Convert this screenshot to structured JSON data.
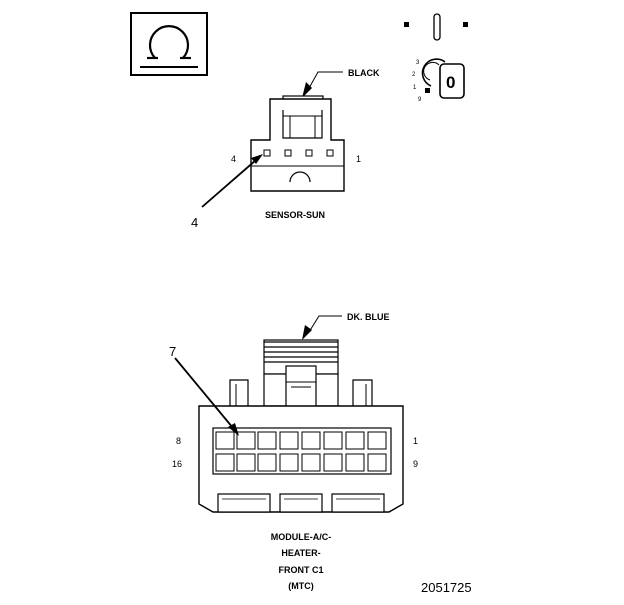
{
  "key_symbol": {
    "glyph": "Ω"
  },
  "ignition_key_icon": {
    "positions": [
      "3",
      "2",
      "1",
      "9"
    ],
    "key_letter": "0"
  },
  "sensor_sun": {
    "color_label": "BLACK",
    "pin_left": "4",
    "pin_right": "1",
    "callout": "4",
    "name": "SENSOR-SUN"
  },
  "module": {
    "color_label": "DK. BLUE",
    "callout": "7",
    "pin_top_left": "8",
    "pin_top_right": "1",
    "pin_bottom_left": "16",
    "pin_bottom_right": "9",
    "name_lines": [
      "MODULE-A/C-",
      "HEATER-",
      "FRONT C1",
      "(MTC)"
    ]
  },
  "figure_number": "2051725"
}
